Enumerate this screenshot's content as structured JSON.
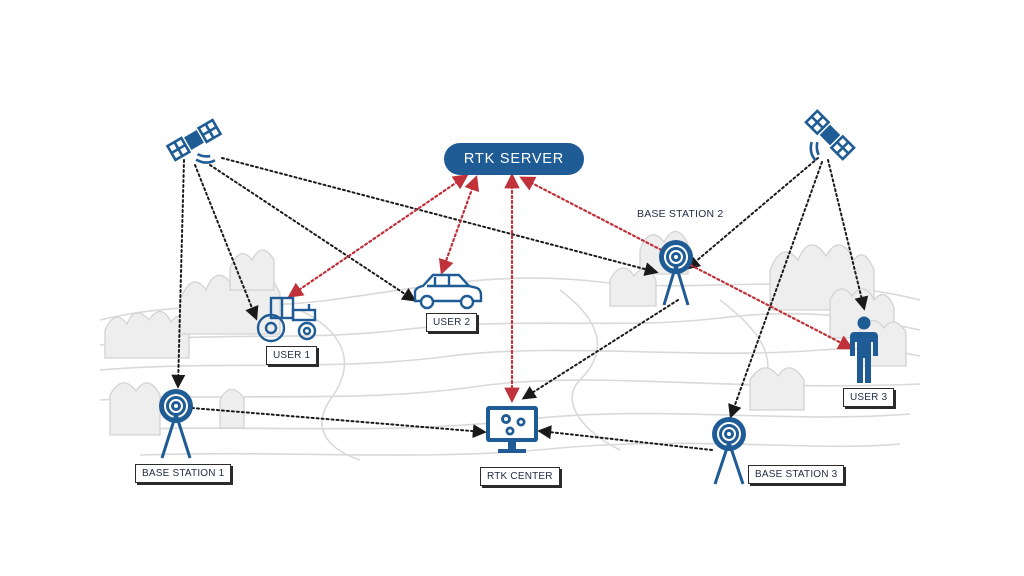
{
  "colors": {
    "primary": "#1f5b94",
    "link_black": "#1a1a1a",
    "link_red": "#c0313a",
    "landscape": "#d9d9d9"
  },
  "server": {
    "label": "RTK SERVER"
  },
  "center": {
    "label": "RTK CENTER"
  },
  "base_stations": [
    {
      "label": "BASE STATION 1"
    },
    {
      "label": "BASE STATION 2"
    },
    {
      "label": "BASE STATION 3"
    }
  ],
  "users": [
    {
      "label": "USER 1",
      "icon": "tractor-icon"
    },
    {
      "label": "USER 2",
      "icon": "car-icon"
    },
    {
      "label": "USER 3",
      "icon": "person-icon"
    }
  ],
  "satellites": [
    {
      "icon": "satellite-icon"
    },
    {
      "icon": "satellite-icon"
    }
  ]
}
